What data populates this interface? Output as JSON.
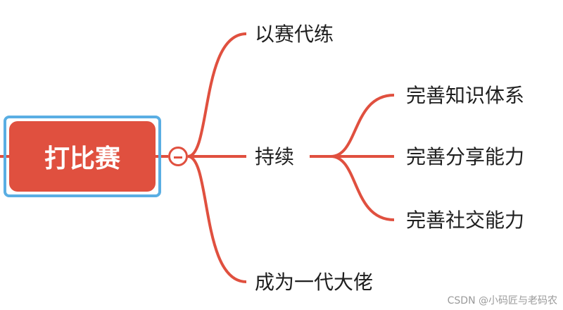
{
  "root": {
    "label": "打比赛"
  },
  "branches": [
    {
      "label": "以赛代练"
    },
    {
      "label": "持续",
      "children": [
        {
          "label": "完善知识体系"
        },
        {
          "label": "完善分享能力"
        },
        {
          "label": "完善社交能力"
        }
      ]
    },
    {
      "label": "成为一代大佬"
    }
  ],
  "watermark": "CSDN @小码匠与老码农",
  "colors": {
    "line": "#e0503f",
    "root_fill": "#e0503f",
    "selection": "#5aaee3",
    "text": "#1f1f1f"
  },
  "icons": {
    "collapse": "collapse-minus-icon"
  }
}
